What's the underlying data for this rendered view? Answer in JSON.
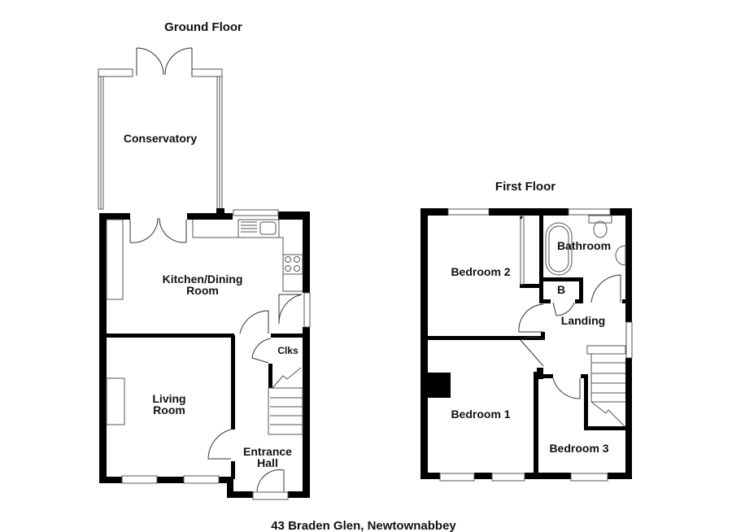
{
  "ground_floor": {
    "title": "Ground Floor",
    "rooms": {
      "conservatory": "Conservatory",
      "kitchen_line1": "Kitchen/Dining",
      "kitchen_line2": "Room",
      "living_line1": "Living",
      "living_line2": "Room",
      "cloaks": "Clks",
      "hall_line1": "Entrance",
      "hall_line2": "Hall"
    }
  },
  "first_floor": {
    "title": "First Floor",
    "rooms": {
      "bedroom2": "Bedroom 2",
      "bathroom": "Bathroom",
      "boiler": "B",
      "landing": "Landing",
      "bedroom1": "Bedroom 1",
      "bedroom3": "Bedroom 3"
    }
  },
  "address": "43 Braden Glen, Newtownabbey",
  "colors": {
    "wall": "#000000",
    "line": "#555555",
    "background": "#ffffff"
  }
}
